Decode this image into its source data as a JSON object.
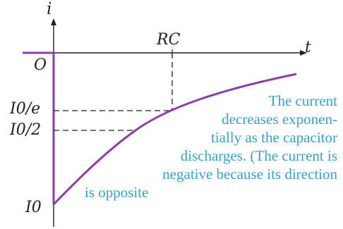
{
  "labels": {
    "current_axis": "i",
    "time_axis": "t",
    "rc_mark": "RC",
    "origin": "O",
    "i0_over_e": "I0/e",
    "i0_over_2": "I0/2",
    "i0": "I0"
  },
  "caption_lines": [
    "The current",
    "decreases exponen-",
    "tially as the capacitor",
    "discharges. (The current is",
    "negative because its direction",
    "is opposite"
  ],
  "colors": {
    "curve": "#8b3fa6",
    "caption": "#3aa0d0",
    "axes": "#222222"
  }
}
